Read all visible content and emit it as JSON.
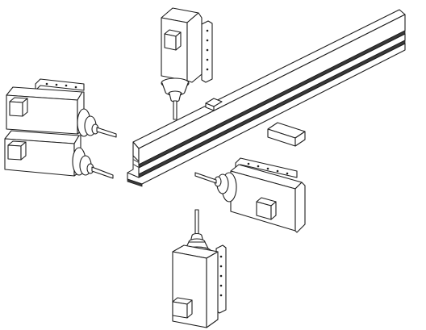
{
  "figure": {
    "background": "#ffffff",
    "line_color": "#1e1e1e",
    "shade_color": "#d8d8d8",
    "components": [
      "linear-rail",
      "sliding-block",
      "spindle-top",
      "spindle-left-upper",
      "spindle-left-lower",
      "spindle-right",
      "spindle-bottom"
    ]
  }
}
